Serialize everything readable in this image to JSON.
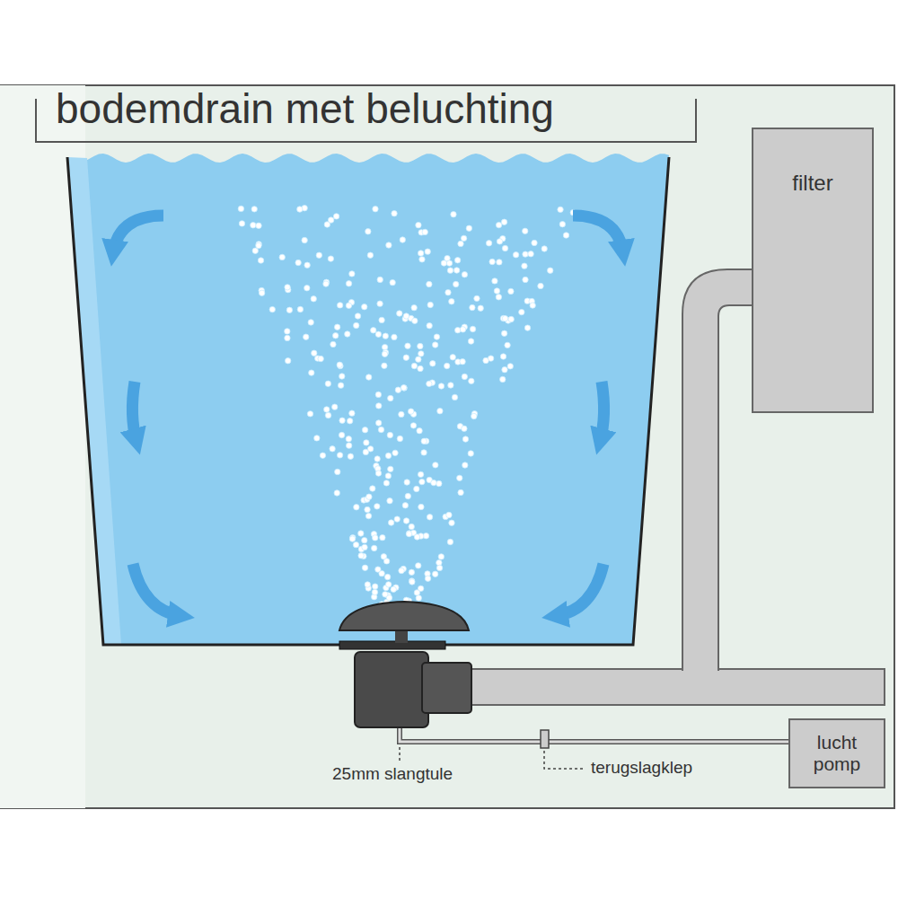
{
  "diagram": {
    "title": "bodemdrain met beluchting",
    "nodes": [
      {
        "text": [
          "filter"
        ]
      },
      {
        "text": [
          "lucht pomp"
        ]
      }
    ],
    "labels": [
      "25mm slangtule",
      "terugslagklep"
    ]
  }
}
